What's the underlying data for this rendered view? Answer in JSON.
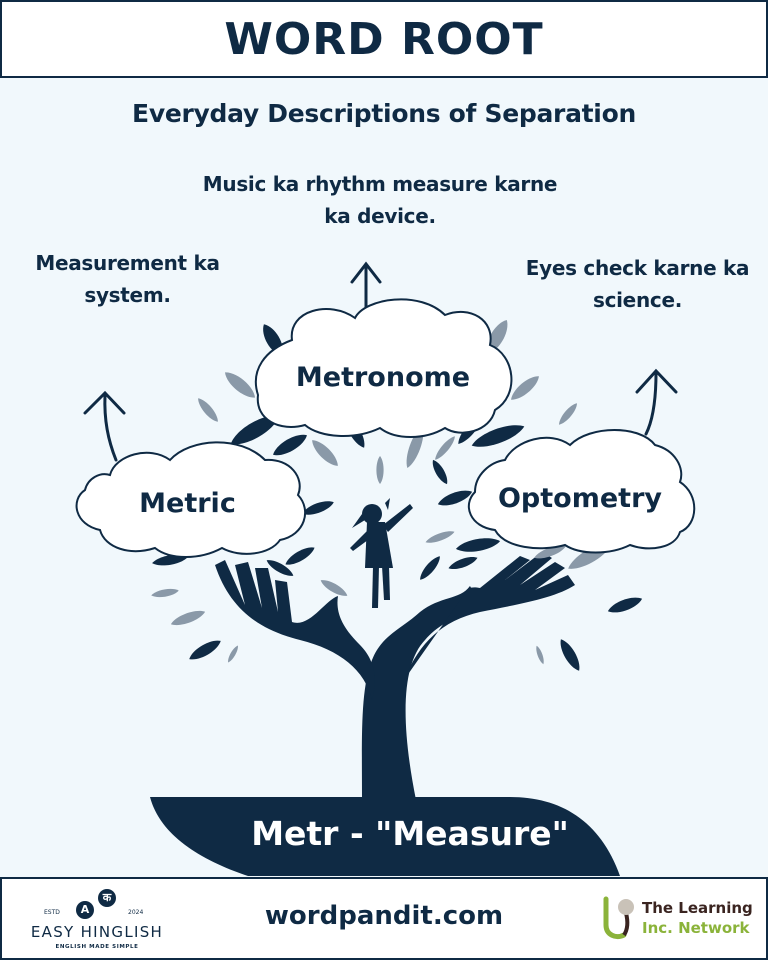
{
  "header": {
    "title": "WORD ROOT"
  },
  "subtitle": "Everyday Descriptions of Separation",
  "words": [
    {
      "word": "Metronome",
      "meaning": "Music ka rhythm measure karne ka device."
    },
    {
      "word": "Metric",
      "meaning": "Measurement ka system."
    },
    {
      "word": "Optometry",
      "meaning": "Eyes check karne ka science."
    }
  ],
  "root": {
    "label": "Metr - \"Measure\""
  },
  "footer": {
    "website": "wordpandit.com",
    "left_logo": {
      "name": "EASY HINGLISH",
      "tagline": "ENGLISH MADE SIMPLE",
      "estd": "ESTD",
      "year": "2024",
      "bubble_a": "A",
      "bubble_ka": "क"
    },
    "right_logo": {
      "line1": "The Learning",
      "line2": "Inc. Network"
    }
  },
  "colors": {
    "navy": "#0f2a44",
    "leaf_gray": "#8a99a8",
    "background": "#f1f8fc",
    "green": "#8bb33a",
    "brown": "#3a2420"
  }
}
